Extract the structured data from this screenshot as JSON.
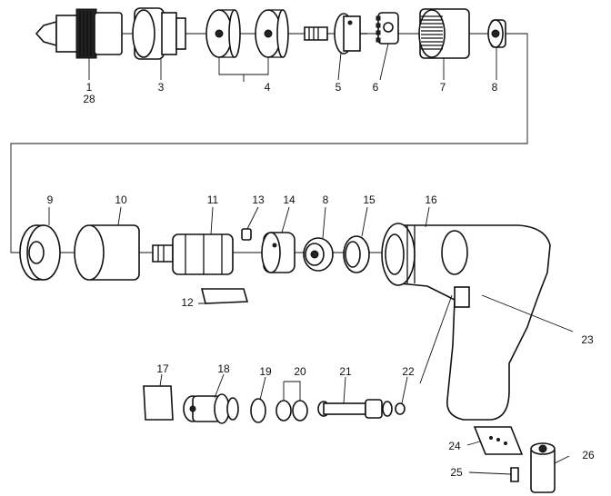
{
  "labels": [
    "1",
    "28",
    "3",
    "4",
    "5",
    "6",
    "7",
    "8",
    "9",
    "10",
    "11",
    "12",
    "13",
    "14",
    "8",
    "15",
    "16",
    "23",
    "17",
    "18",
    "19",
    "20",
    "21",
    "22",
    "24",
    "25",
    "26"
  ]
}
